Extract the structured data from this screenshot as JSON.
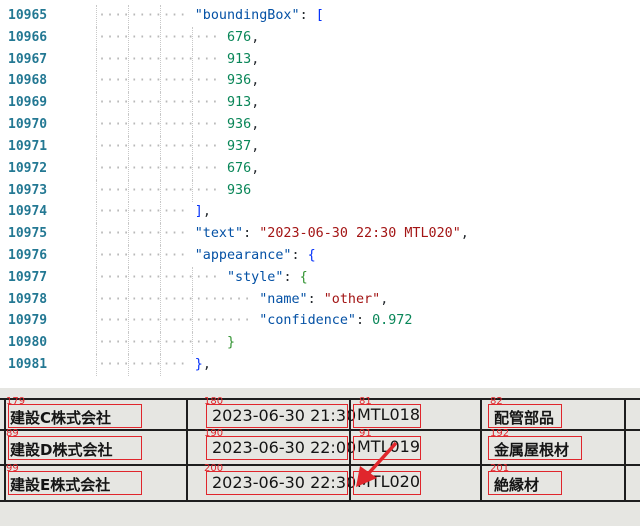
{
  "editor": {
    "lines": [
      {
        "num": "10965",
        "indent": 3,
        "segs": [
          {
            "t": "\"boundingBox\"",
            "c": "k"
          },
          {
            "t": ": ",
            "c": "p"
          },
          {
            "t": "[",
            "c": "b1"
          }
        ]
      },
      {
        "num": "10966",
        "indent": 4,
        "segs": [
          {
            "t": "676",
            "c": "n"
          },
          {
            "t": ",",
            "c": "p"
          }
        ]
      },
      {
        "num": "10967",
        "indent": 4,
        "segs": [
          {
            "t": "913",
            "c": "n"
          },
          {
            "t": ",",
            "c": "p"
          }
        ]
      },
      {
        "num": "10968",
        "indent": 4,
        "segs": [
          {
            "t": "936",
            "c": "n"
          },
          {
            "t": ",",
            "c": "p"
          }
        ]
      },
      {
        "num": "10969",
        "indent": 4,
        "segs": [
          {
            "t": "913",
            "c": "n"
          },
          {
            "t": ",",
            "c": "p"
          }
        ]
      },
      {
        "num": "10970",
        "indent": 4,
        "segs": [
          {
            "t": "936",
            "c": "n"
          },
          {
            "t": ",",
            "c": "p"
          }
        ]
      },
      {
        "num": "10971",
        "indent": 4,
        "segs": [
          {
            "t": "937",
            "c": "n"
          },
          {
            "t": ",",
            "c": "p"
          }
        ]
      },
      {
        "num": "10972",
        "indent": 4,
        "segs": [
          {
            "t": "676",
            "c": "n"
          },
          {
            "t": ",",
            "c": "p"
          }
        ]
      },
      {
        "num": "10973",
        "indent": 4,
        "segs": [
          {
            "t": "936",
            "c": "n"
          }
        ]
      },
      {
        "num": "10974",
        "indent": 3,
        "segs": [
          {
            "t": "]",
            "c": "b1"
          },
          {
            "t": ",",
            "c": "p"
          }
        ]
      },
      {
        "num": "10975",
        "indent": 3,
        "segs": [
          {
            "t": "\"text\"",
            "c": "k"
          },
          {
            "t": ": ",
            "c": "p"
          },
          {
            "t": "\"2023-06-30 22:30 MTL020\"",
            "c": "s"
          },
          {
            "t": ",",
            "c": "p"
          }
        ]
      },
      {
        "num": "10976",
        "indent": 3,
        "segs": [
          {
            "t": "\"appearance\"",
            "c": "k"
          },
          {
            "t": ": ",
            "c": "p"
          },
          {
            "t": "{",
            "c": "b1"
          }
        ]
      },
      {
        "num": "10977",
        "indent": 4,
        "segs": [
          {
            "t": "\"style\"",
            "c": "k"
          },
          {
            "t": ": ",
            "c": "p"
          },
          {
            "t": "{",
            "c": "b2"
          }
        ]
      },
      {
        "num": "10978",
        "indent": 5,
        "segs": [
          {
            "t": "\"name\"",
            "c": "k"
          },
          {
            "t": ": ",
            "c": "p"
          },
          {
            "t": "\"other\"",
            "c": "s"
          },
          {
            "t": ",",
            "c": "p"
          }
        ]
      },
      {
        "num": "10979",
        "indent": 5,
        "segs": [
          {
            "t": "\"confidence\"",
            "c": "k"
          },
          {
            "t": ": ",
            "c": "p"
          },
          {
            "t": "0.972",
            "c": "n"
          }
        ]
      },
      {
        "num": "10980",
        "indent": 4,
        "segs": [
          {
            "t": "}",
            "c": "b2"
          }
        ]
      },
      {
        "num": "10981",
        "indent": 3,
        "segs": [
          {
            "t": "}",
            "c": "b1"
          },
          {
            "t": ",",
            "c": "p"
          }
        ]
      }
    ]
  },
  "table": {
    "rows": [
      {
        "company": "建設C株式会社",
        "datetime": "2023-06-30 21:30",
        "code": "MTL018",
        "category": "配管部品",
        "idx_left": "179",
        "idx_dt": "180",
        "idx_code": "81",
        "idx_cat": "82"
      },
      {
        "company": "建設D株式会社",
        "datetime": "2023-06-30 22:00",
        "code": "MTL019",
        "category": "金属屋根材",
        "idx_left": "89",
        "idx_dt": "190",
        "idx_code": "91",
        "idx_cat": "192"
      },
      {
        "company": "建設E株式会社",
        "datetime": "2023-06-30 22:30",
        "code": "MTL020",
        "category": "絶縁材",
        "idx_left": "99",
        "idx_dt": "200",
        "idx_code": "",
        "idx_cat": "201"
      }
    ]
  },
  "colors": {
    "ocr_box": "#e0262c",
    "arrow": "#e0262c"
  }
}
